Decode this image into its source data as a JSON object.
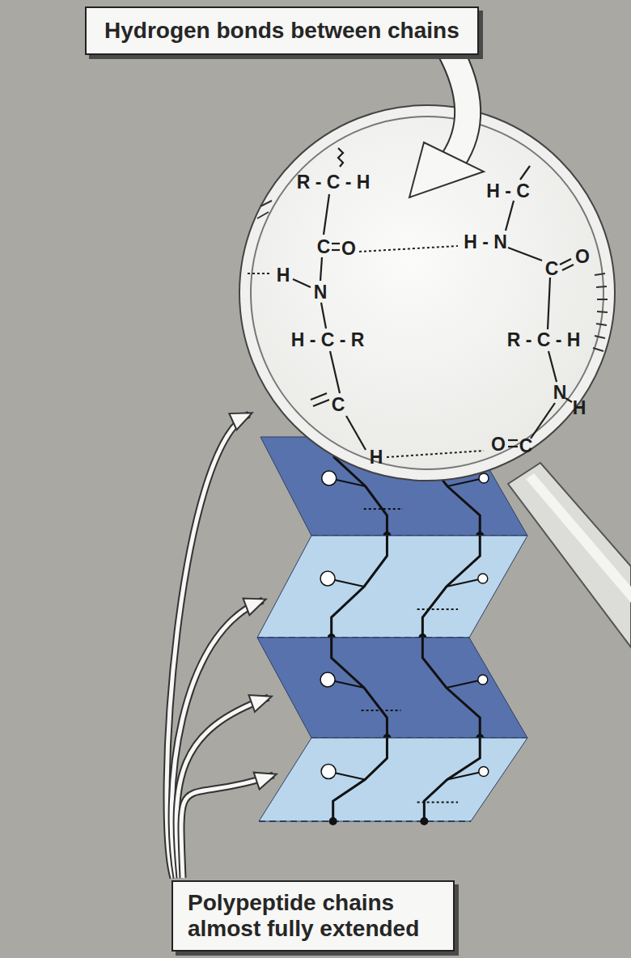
{
  "diagram": {
    "nodes": [
      {
        "text": [
          "Hydrogen bonds between chains"
        ]
      },
      {
        "text": [
          "Polypeptide chains almost fully extended"
        ]
      }
    ],
    "labels": [
      "R - C - H",
      "C",
      "O",
      "H",
      "N",
      "H - C - R",
      "C",
      "H",
      "H - C",
      "H - N",
      "C",
      "O",
      "R - C - H",
      "N",
      "H",
      "O",
      "C"
    ]
  }
}
